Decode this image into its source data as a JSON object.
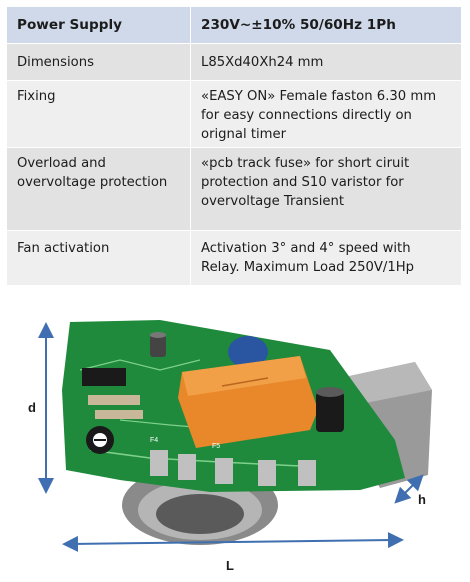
{
  "specs": {
    "header": {
      "label": "Power Supply",
      "value": "230V~±10%  50/60Hz  1Ph"
    },
    "rows": [
      {
        "label": "Dimensions",
        "value": "L85Xd40Xh24 mm"
      },
      {
        "label": "Fixing",
        "value": "«EASY ON» Female faston 6.30 mm for easy connections directly on orignal timer"
      },
      {
        "label": "Overload and overvoltage protection",
        "value": "«pcb track fuse» for short ciruit protection and S10 varistor for overvoltage Transient"
      },
      {
        "label": "Fan activation",
        "value": "Activation 3° and 4° speed with Relay. Maximum Load 250V/1Hp"
      }
    ]
  },
  "photo": {
    "dimension_labels": {
      "depth": "d",
      "height": "h",
      "length": "L"
    },
    "component_labels": {
      "f4": "F4",
      "f5": "F5"
    },
    "colors": {
      "pcb": "#1f8a3c",
      "relay": "#e8882a",
      "arrow": "#3f6fb0",
      "varistor": "#2a55a0",
      "capacitor_gray": "#9a9a9a"
    }
  }
}
